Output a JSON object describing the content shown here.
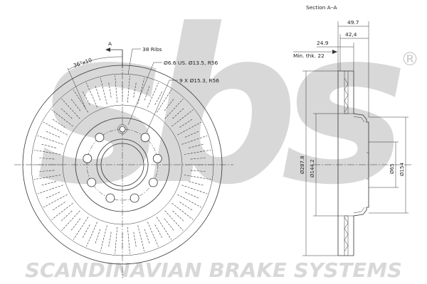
{
  "watermark": {
    "brand_letters": "sbs",
    "registered_mark": "®",
    "tagline": "SCANDINAVIAN BRAKE SYSTEMS",
    "color": "#d8d8d8"
  },
  "front_view": {
    "section_marker": "A",
    "ribs_angle": "36°x10",
    "ribs_count": "38 Ribs",
    "hole_small": "Ø6.6 US. Ø13.5, R56",
    "bolt_holes": "9 X Ø15.3, R56"
  },
  "section_view": {
    "title": "Section A–A",
    "overall_width": "49.7",
    "hat_width": "42,4",
    "disc_thickness": "24.9",
    "min_thickness": "Min. thk. 22",
    "outer_diameter": "Ø287.8",
    "hat_diameter": "Ø144.2",
    "center_bore": "Ø65",
    "bolt_circle": "Ø154"
  },
  "colors": {
    "line": "#333333",
    "text": "#222222",
    "background": "#ffffff"
  }
}
